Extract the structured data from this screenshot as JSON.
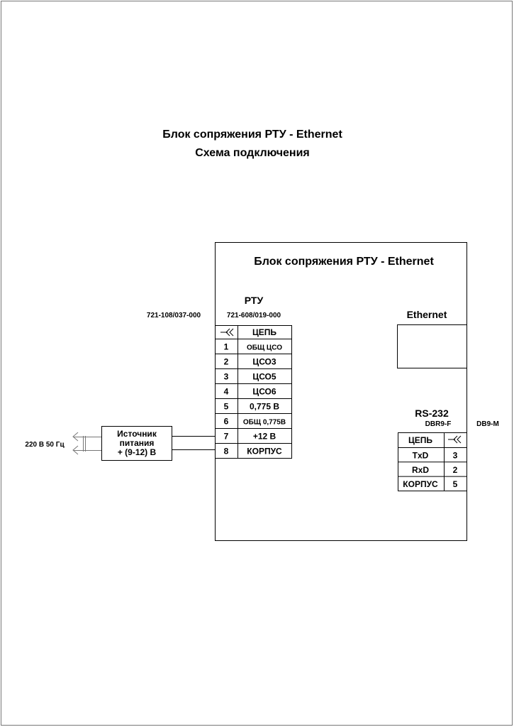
{
  "title": {
    "line1": "Блок сопряжения РТУ - Ethernet",
    "line2": "Схема подключения"
  },
  "block": {
    "title": "Блок сопряжения РТУ - Ethernet",
    "rtu": {
      "label": "РТУ",
      "connector_external": "721-108/037-000",
      "connector_internal": "721-608/019-000",
      "header_circuit": "ЦЕПЬ",
      "rows": [
        {
          "pin": "1",
          "circuit": "ОБЩ ЦСО"
        },
        {
          "pin": "2",
          "circuit": "ЦСО3"
        },
        {
          "pin": "3",
          "circuit": "ЦСО5"
        },
        {
          "pin": "4",
          "circuit": "ЦСО6"
        },
        {
          "pin": "5",
          "circuit": "0,775 В"
        },
        {
          "pin": "6",
          "circuit": "ОБЩ 0,775В"
        },
        {
          "pin": "7",
          "circuit": "+12 В"
        },
        {
          "pin": "8",
          "circuit": "КОРПУС"
        }
      ]
    },
    "ethernet": {
      "label": "Ethernet"
    },
    "rs232": {
      "label": "RS-232",
      "connector_internal": "DBR9-F",
      "connector_external": "DB9-M",
      "header_circuit": "ЦЕПЬ",
      "rows": [
        {
          "circuit": "TxD",
          "pin": "3"
        },
        {
          "circuit": "RxD",
          "pin": "2"
        },
        {
          "circuit": "КОРПУС",
          "pin": "5"
        }
      ]
    }
  },
  "power_supply": {
    "line1": "Источник",
    "line2": "питания",
    "line3": "+ (9-12) В",
    "mains": "220 В 50 Гц"
  }
}
